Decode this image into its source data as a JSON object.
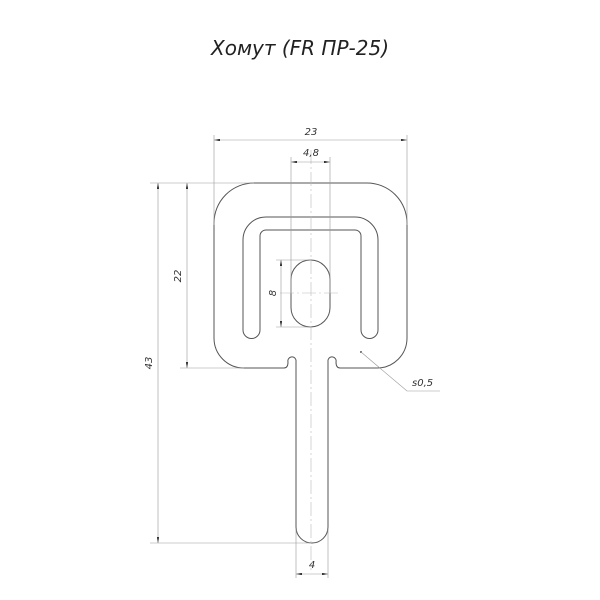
{
  "title": "Хомут (FR ПР-25)",
  "dimensions": {
    "overall_width": "23",
    "slot_width": "4,8",
    "slot_height": "8",
    "head_height": "22",
    "total_height": "43",
    "stem_width": "4",
    "thickness": "s0,5"
  }
}
